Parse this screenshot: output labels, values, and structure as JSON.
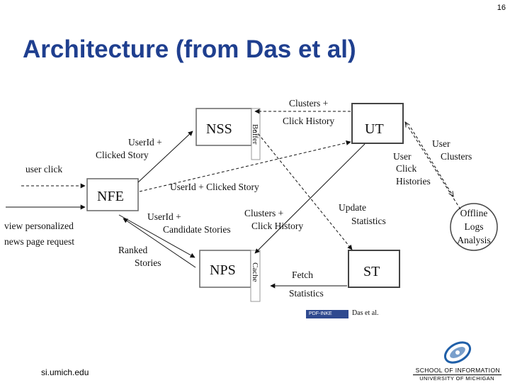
{
  "page_number": "16",
  "title": "Architecture (from Das et al)",
  "diagram": {
    "nodes": {
      "nss": "NSS",
      "ut": "UT",
      "nfe": "NFE",
      "nps": "NPS",
      "st": "ST",
      "offline": [
        "Offline",
        "Logs",
        "Analysis"
      ],
      "buffer": "Buffer",
      "cache": "Cache"
    },
    "labels": {
      "clusters_click_history_top": [
        "Clusters +",
        "Click History"
      ],
      "userid_clicked_story": [
        "UserId +",
        "Clicked Story"
      ],
      "user_click": "user click",
      "userid_clicked_story_mid": "UserId + Clicked Story",
      "view_personalized": [
        "view personalized",
        "news page request"
      ],
      "userid_candidate": [
        "UserId +",
        "Candidate Stories"
      ],
      "clusters_click_history_mid": [
        "Clusters +",
        "Click History"
      ],
      "update_statistics": [
        "Update",
        "Statistics"
      ],
      "user_clusters": [
        "User",
        "Clusters"
      ],
      "user_click_histories": [
        "User",
        "Click",
        "Histories"
      ],
      "ranked_stories": [
        "Ranked",
        "Stories"
      ],
      "fetch_statistics": [
        "Fetch",
        "Statistics"
      ]
    }
  },
  "credit": {
    "badge": "PDF-INKE",
    "text": "Das et al."
  },
  "footer": {
    "url": "si.umich.edu",
    "school_line1": "SCHOOL OF INFORMATION",
    "school_line2": "UNIVERSITY OF MICHIGAN"
  },
  "colors": {
    "title": "#1f3f8f",
    "logo": "#1f5fa8"
  }
}
